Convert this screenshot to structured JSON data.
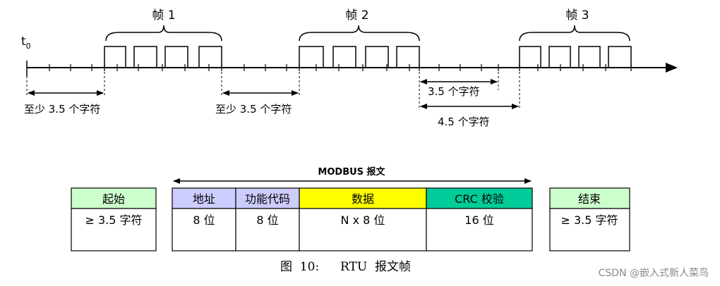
{
  "timeline": {
    "start_label": "t",
    "start_sub": "0",
    "frames": [
      {
        "label": "帧 1"
      },
      {
        "label": "帧 2"
      },
      {
        "label": "帧 3"
      }
    ],
    "gaps": [
      {
        "label": "至少 3.5 个字符"
      },
      {
        "label": "至少 3.5 个字符"
      },
      {
        "label": "3.5 个字符"
      },
      {
        "label": "4.5 个字符"
      }
    ]
  },
  "message": {
    "title": "MODBUS 报文",
    "start": {
      "header": "起始",
      "value": "≥ 3.5 字符"
    },
    "fields": [
      {
        "header": "地址",
        "value": "8 位",
        "color": "#ccccff"
      },
      {
        "header": "功能代码",
        "value": "8 位",
        "color": "#ccccff"
      },
      {
        "header": "数据",
        "value": "N x 8 位",
        "color": "#ffff00"
      },
      {
        "header": "CRC 校验",
        "value": "16 位",
        "color": "#00cc99"
      }
    ],
    "end": {
      "header": "结束",
      "value": "≥ 3.5 字符"
    },
    "edge_color": "#ccffcc"
  },
  "caption": {
    "figure": "图  10:",
    "title": "RTU  报文帧"
  },
  "watermark": "CSDN @嵌入式新人菜鸟"
}
